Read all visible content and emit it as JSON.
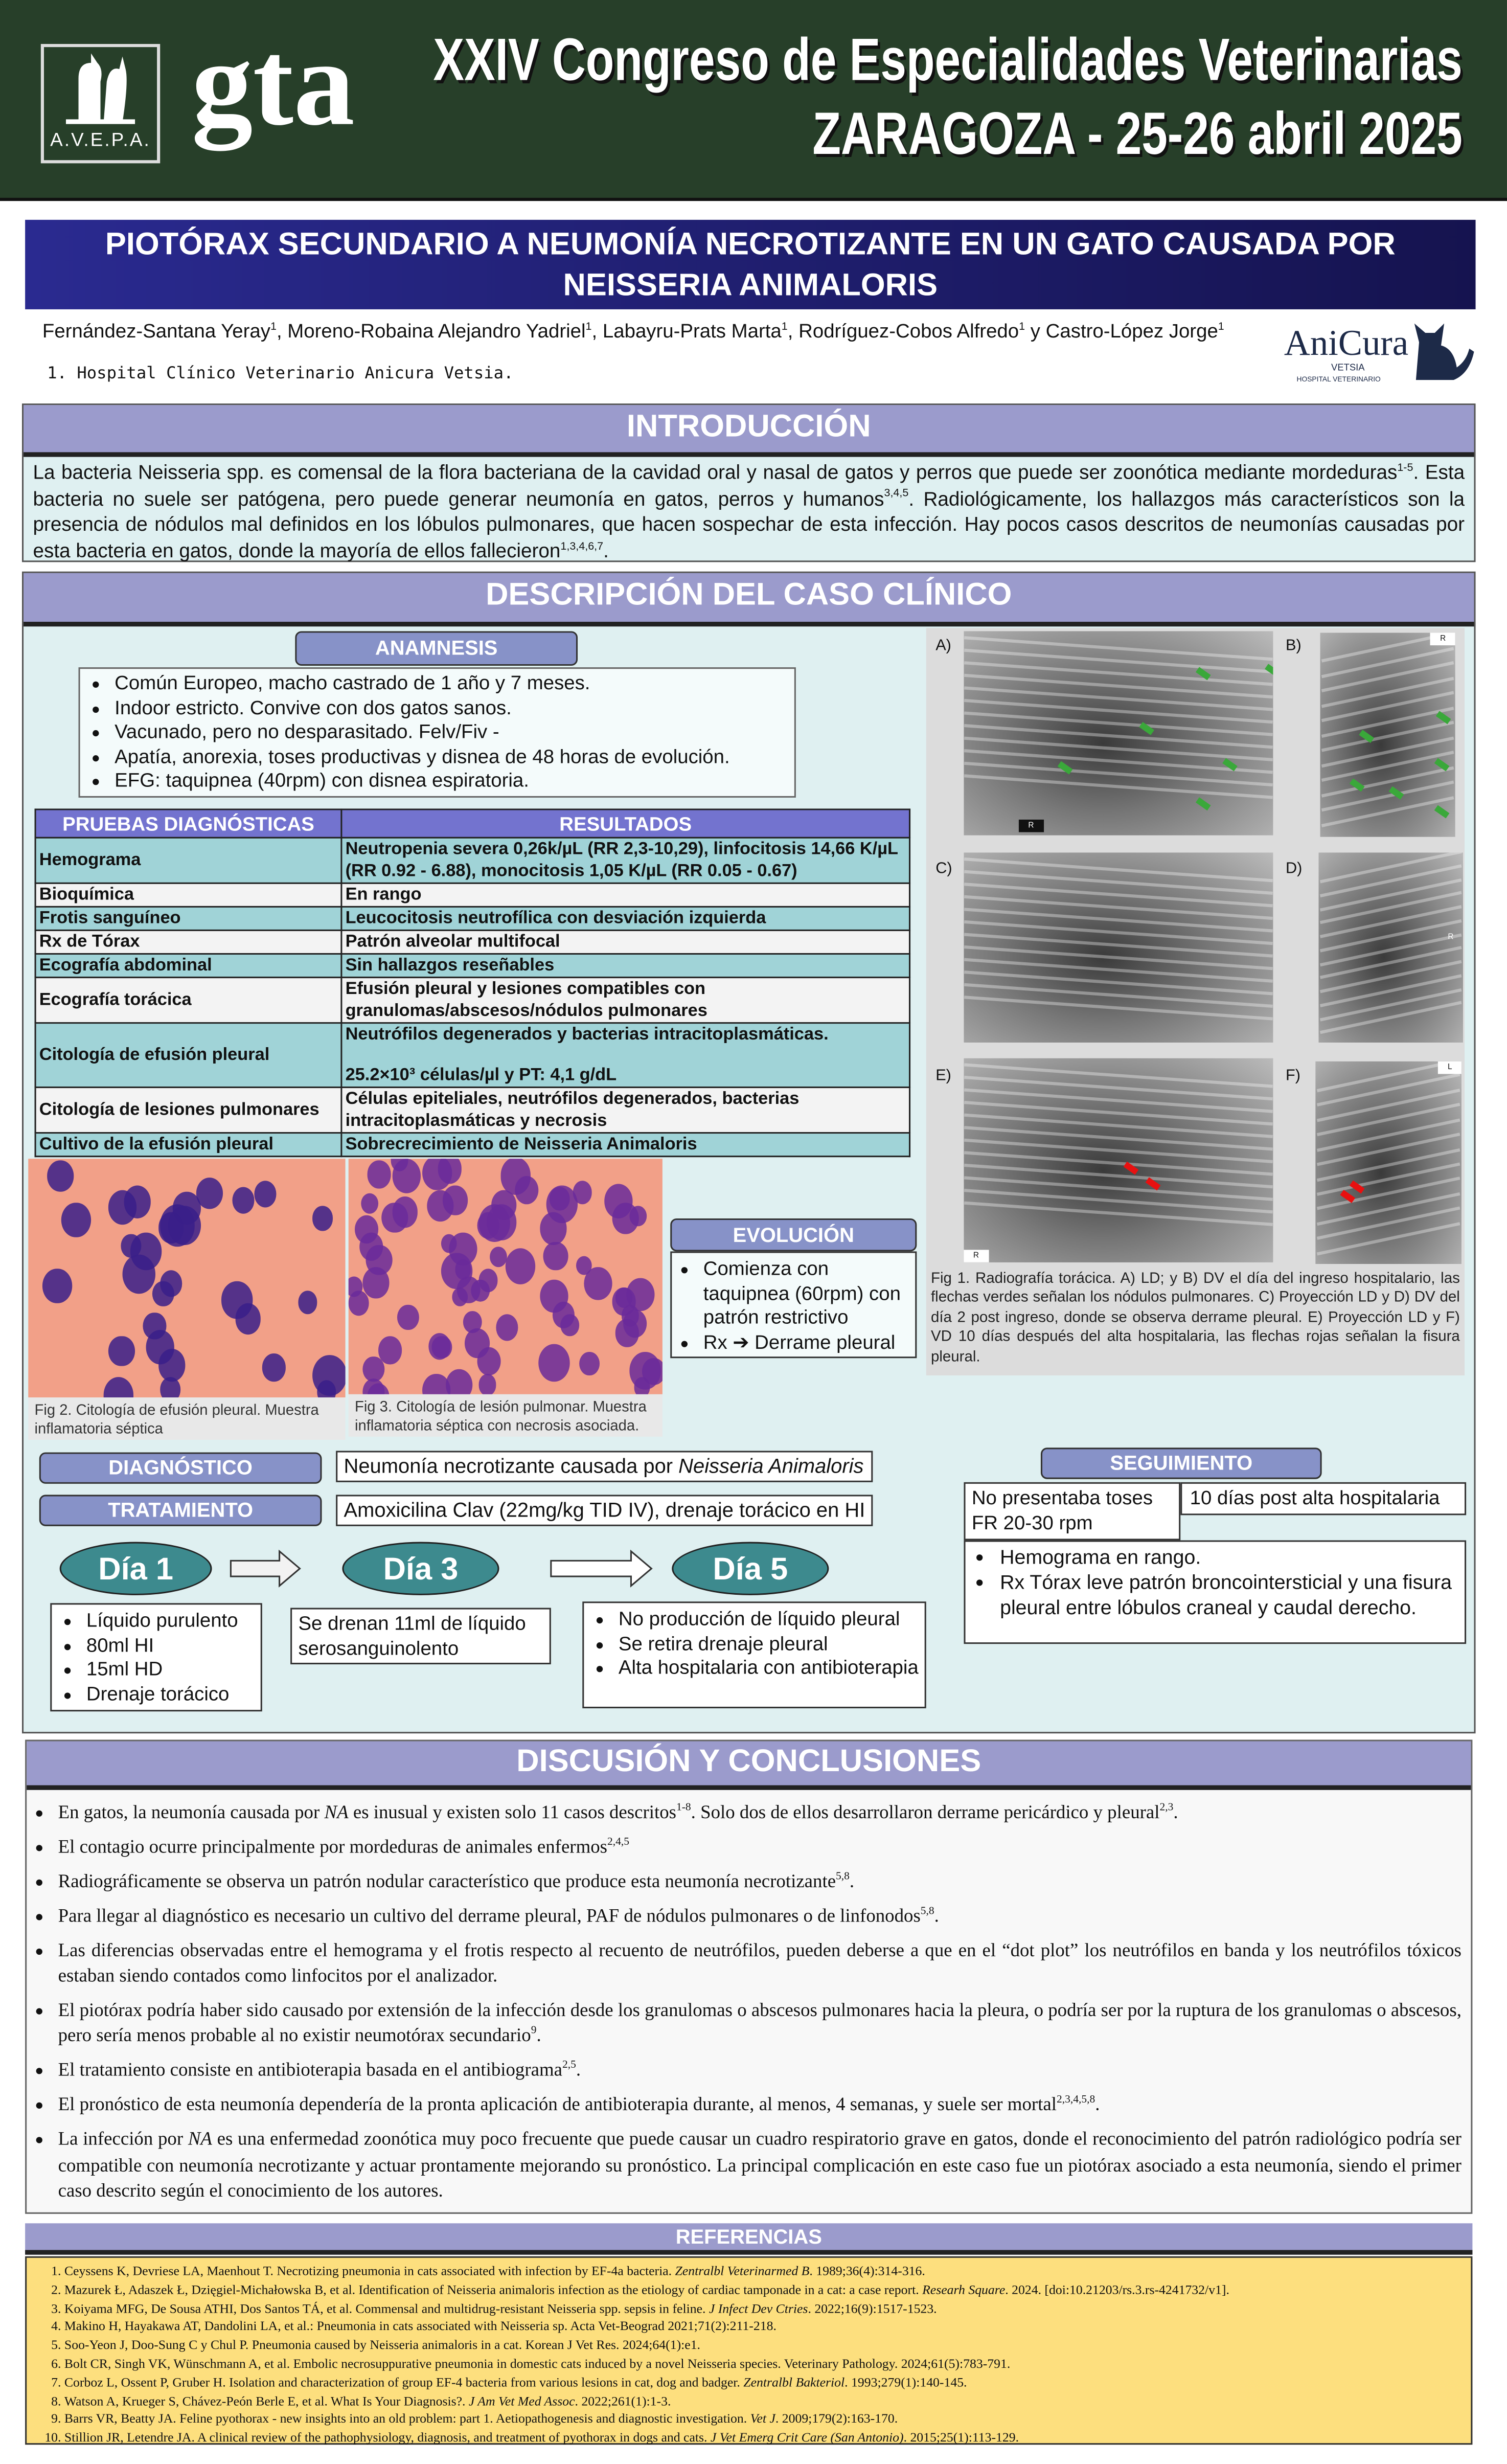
{
  "header": {
    "logo_avepa": "A.V.E.P.A.",
    "logo_gta": "gta",
    "congress_line1": "XXIV Congreso de Especialidades Veterinarias",
    "congress_line2": "ZARAGOZA - 25-26 abril 2025"
  },
  "title": "PIOTÓRAX SECUNDARIO A NEUMONÍA NECROTIZANTE EN UN GATO CAUSADA POR NEISSERIA ANIMALORIS",
  "authors": [
    {
      "name": "Fernández-Santana Yeray",
      "sup": "1",
      "sep": ", "
    },
    {
      "name": "Moreno-Robaina Alejandro Yadriel",
      "sup": "1",
      "sep": ", "
    },
    {
      "name": "Labayru-Prats Marta",
      "sup": "1",
      "sep": ", "
    },
    {
      "name": "Rodríguez-Cobos Alfredo",
      "sup": "1",
      "sep": " y "
    },
    {
      "name": "Castro-López Jorge",
      "sup": "1",
      "sep": ""
    }
  ],
  "affiliation": "1. Hospital Clínico Veterinario Anicura Vetsia.",
  "logo_anicura": {
    "name": "AniCura",
    "sub": "VETSIA",
    "sub2": "HOSPITAL VETERINARIO"
  },
  "intro": {
    "heading": "INTRODUCCIÓN",
    "p1": "La bacteria Neisseria spp. es comensal de la flora bacteriana de la cavidad oral y nasal de gatos y perros que puede ser zoonótica mediante mordeduras",
    "s1": "1-5",
    "p2": ". Esta bacteria no suele ser patógena, pero puede generar neumonía en gatos, perros y humanos",
    "s2": "3,4,5",
    "p3": ". Radiológicamente, los hallazgos más característicos son la presencia de nódulos mal definidos en los lóbulos pulmonares, que hacen sospechar de esta infección. Hay pocos casos descritos de neumonías causadas por esta bacteria en gatos, donde la mayoría de ellos fallecieron",
    "s3": "1,3,4,6,7",
    "p4": "."
  },
  "case": {
    "heading": "DESCRIPCIÓN DEL CASO CLÍNICO",
    "anamnesis_label": "ANAMNESIS",
    "anamnesis": [
      "Común Europeo, macho castrado de 1 año y 7 meses.",
      "Indoor estricto. Convive con dos gatos sanos.",
      "Vacunado, pero no desparasitado. Felv/Fiv -",
      "Apatía, anorexia, toses productivas y disnea de 48 horas de evolución.",
      "EFG: taquipnea (40rpm) con disnea espiratoria."
    ],
    "table": {
      "headers": [
        "PRUEBAS DIAGNÓSTICAS",
        "RESULTADOS"
      ],
      "rows": [
        {
          "test": "Hemograma",
          "result": "Neutropenia severa 0,26k/µL (RR 2,3-10,29), linfocitosis 14,66 K/µL (RR 0.92 - 6.88), monocitosis 1,05 K/µL (RR 0.05 - 0.67)"
        },
        {
          "test": "Bioquímica",
          "result": "En rango"
        },
        {
          "test": "Frotis sanguíneo",
          "result": "Leucocitosis neutrofílica con desviación izquierda"
        },
        {
          "test": "Rx de Tórax",
          "result": "Patrón alveolar multifocal"
        },
        {
          "test": "Ecografía abdominal",
          "result": "Sin hallazgos reseñables"
        },
        {
          "test": "Ecografía torácica",
          "result": "Efusión pleural y lesiones compatibles con granulomas/abscesos/nódulos pulmonares"
        },
        {
          "test": "Citología de efusión pleural",
          "result": "Neutrófilos degenerados y bacterias intracitoplasmáticas.",
          "result2": "25.2×10³ células/µl y PT: 4,1 g/dL"
        },
        {
          "test": "Citología de lesiones pulmonares",
          "result": "Células epiteliales, neutrófilos degenerados, bacterias intracitoplasmáticas y necrosis"
        },
        {
          "test": "Cultivo de la efusión pleural",
          "result": "Sobrecrecimiento de Neisseria Animaloris"
        }
      ]
    },
    "fig2_caption": "Fig 2. Citología de efusión pleural. Muestra inflamatoria séptica",
    "fig3_caption": "Fig 3. Citología de lesión pulmonar. Muestra inflamatoria séptica con necrosis asociada.",
    "evolucion_label": "EVOLUCIÓN",
    "evolucion": [
      "Comienza con taquipnea (60rpm) con patrón restrictivo",
      "Rx ➔ Derrame pleural"
    ],
    "fig1": {
      "panels": [
        "A)",
        "B)",
        "C)",
        "D)",
        "E)",
        "F)"
      ],
      "markers": {
        "A": "R",
        "B": "R",
        "D": "R",
        "E": "R",
        "F": "L"
      },
      "caption": "Fig 1. Radiografía torácica. A) LD; y B) DV el día del ingreso hospitalario, las flechas verdes señalan los nódulos pulmonares. C) Proyección LD y D) DV del día 2 post ingreso, donde se observa derrame pleural. E) Proyección LD y F) VD 10 días después del alta hospitalaria, las flechas rojas señalan la fisura pleural."
    },
    "diagnostico_label": "DIAGNÓSTICO",
    "diagnostico_pre": "Neumonía necrotizante causada por ",
    "diagnostico_em": "Neisseria Animaloris",
    "tratamiento_label": "TRATAMIENTO",
    "tratamiento": "Amoxicilina Clav (22mg/kg TID IV), drenaje torácico en HI",
    "days": [
      {
        "label": "Día 1",
        "items": [
          "Líquido purulento",
          "80ml HI",
          "15ml HD",
          "Drenaje torácico"
        ]
      },
      {
        "label": "Día 3",
        "text": "Se drenan 11ml de líquido serosanguinolento"
      },
      {
        "label": "Día 5",
        "items": [
          "No producción de líquido pleural",
          "Se retira drenaje pleural",
          "Alta hospitalaria con antibioterapia"
        ]
      }
    ],
    "seguimiento_label": "SEGUIMIENTO",
    "seguimiento_when": "10 días post alta hospitalaria",
    "seguimiento_clinic": [
      "No presentaba toses",
      "FR 20-30 rpm"
    ],
    "seguimiento_items": [
      "Hemograma en rango.",
      "Rx Tórax leve patrón broncointersticial y una fisura pleural entre lóbulos craneal y caudal derecho."
    ]
  },
  "discussion": {
    "heading": "DISCUSIÓN Y CONCLUSIONES",
    "items": [
      {
        "parts": [
          "En gatos, la neumonía causada por ",
          "NA",
          " es inusual y existen solo 11 casos descritos",
          "1-8",
          ". Solo dos de ellos desarrollaron derrame pericárdico y pleural",
          "2,3",
          "."
        ]
      },
      {
        "parts": [
          "El contagio ocurre principalmente por mordeduras de animales enfermos",
          "2,4,5"
        ]
      },
      {
        "parts": [
          "Radiográficamente se observa un patrón nodular característico que produce esta neumonía necrotizante",
          "5,8",
          "."
        ]
      },
      {
        "parts": [
          "Para llegar al diagnóstico es necesario un cultivo del derrame pleural, PAF de nódulos pulmonares o de linfonodos",
          "5,8",
          "."
        ]
      },
      {
        "parts": [
          "Las diferencias observadas entre el hemograma y el frotis respecto al recuento de neutrófilos, pueden deberse a que en el “dot plot” los neutrófilos en banda y los neutrófilos tóxicos estaban siendo contados como linfocitos por el analizador."
        ]
      },
      {
        "parts": [
          "El piotórax podría haber sido causado por extensión de la infección desde los granulomas o abscesos pulmonares hacia la pleura, o podría ser por la ruptura de los granulomas o abscesos, pero sería menos probable al no existir neumotórax secundario",
          "9",
          "."
        ]
      },
      {
        "parts": [
          "El tratamiento consiste en antibioterapia basada en el antibiograma",
          "2,5",
          "."
        ]
      },
      {
        "parts": [
          "El pronóstico de esta neumonía dependería de la pronta aplicación de antibioterapia durante, al menos, 4 semanas, y suele ser mortal",
          "2,3,4,5,8",
          "."
        ]
      },
      {
        "parts": [
          "La infección por ",
          "NA",
          " es una enfermedad zoonótica muy poco frecuente que puede causar un cuadro respiratorio grave en gatos, donde el reconocimiento del patrón radiológico podría ser compatible con neumonía necrotizante y actuar prontamente mejorando su pronóstico. La principal complicación en este caso fue un piotórax asociado a esta neumonía, siendo el primer caso descrito según el conocimiento de los autores."
        ]
      }
    ]
  },
  "references": {
    "heading": "REFERENCIAS",
    "items": [
      {
        "a": "Ceyssens K, Devriese LA, Maenhout T. Necrotizing pneumonia in cats associated with infection by EF-4a bacteria. ",
        "j": "Zentralbl Veterinarmed B",
        "b": ". 1989;36(4):314-316."
      },
      {
        "a": "Mazurek Ł, Adaszek Ł, Dzięgiel-Michałowska B, et al. Identification of Neisseria animaloris infection as the etiology of cardiac tamponade in a cat: a case report. ",
        "j": "Researh Square",
        "b": ". 2024. [doi:10.21203/rs.3.rs-4241732/v1]."
      },
      {
        "a": "Koiyama MFG, De Sousa ATHI, Dos Santos TÁ, et al. Commensal and multidrug-resistant Neisseria spp. sepsis in feline. ",
        "j": "J Infect Dev Ctries",
        "b": ". 2022;16(9):1517-1523."
      },
      {
        "a": "Makino H, Hayakawa AT, Dandolini LA, et al.: Pneumonia in cats associated with Neisseria sp. Acta Vet-Beograd 2021;71(2):211-218.",
        "j": "",
        "b": ""
      },
      {
        "a": "Soo-Yeon J, Doo-Sung C y Chul P. Pneumonia caused by Neisseria animaloris in a cat.  Korean J Vet Res. 2024;64(1):e1.",
        "j": "",
        "b": ""
      },
      {
        "a": "Bolt CR, Singh VK, Wünschmann A, et al. Embolic necrosuppurative pneumonia in domestic cats induced by a novel Neisseria species. Veterinary Pathology. 2024;61(5):783-791.",
        "j": "",
        "b": ""
      },
      {
        "a": "Corboz L, Ossent P, Gruber H. Isolation and characterization of group EF-4 bacteria from various lesions in cat, dog and badger. ",
        "j": "Zentralbl Bakteriol",
        "b": ". 1993;279(1):140-145."
      },
      {
        "a": "Watson A, Krueger S, Chávez-Peón Berle E, et al. What Is Your Diagnosis?. ",
        "j": "J Am Vet Med Assoc",
        "b": ". 2022;261(1):1-3."
      },
      {
        "a": "Barrs VR, Beatty JA. Feline pyothorax - new insights into an old problem: part 1. Aetiopathogenesis and diagnostic investigation. ",
        "j": "Vet J",
        "b": ". 2009;179(2):163-170."
      },
      {
        "a": "Stillion JR, Letendre JA. A clinical review of the pathophysiology, diagnosis, and treatment of pyothorax in dogs and cats. ",
        "j": "J Vet Emerg Crit Care (San Antonio)",
        "b": ". 2015;25(1):113-129."
      }
    ]
  },
  "colors": {
    "header_bg": "#273f29",
    "title_bg": "#2a2a90",
    "section_bar": "#9b9bcc",
    "pill": "#8792c8",
    "day_circle": "#3d8a8e",
    "refs_bg": "#fddf7e",
    "table_teal": "#a0d3d7"
  }
}
